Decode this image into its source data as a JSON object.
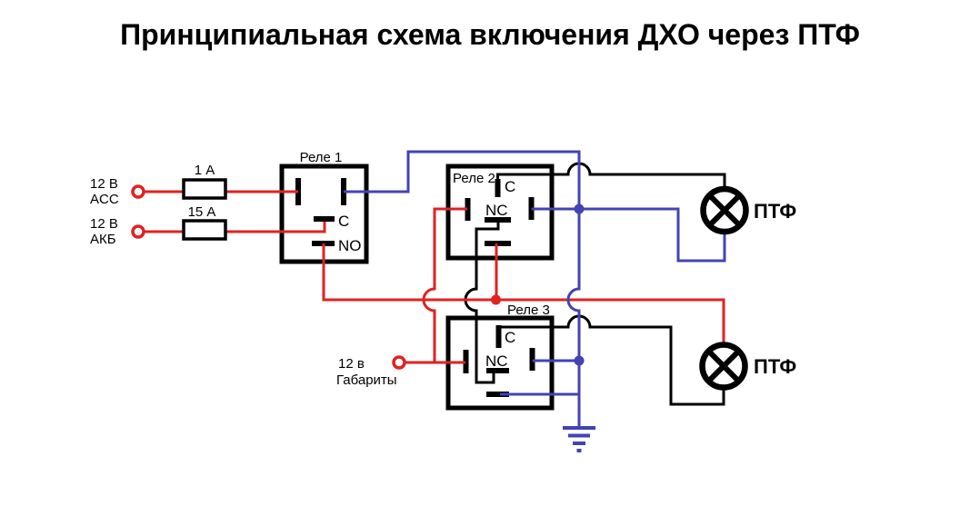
{
  "title": "Принципиальная схема включения ДХО через ПТФ",
  "colors": {
    "red": "#e02222",
    "blue": "#4343b4",
    "black": "#000000",
    "background": "#ffffff"
  },
  "inputs": {
    "acc": {
      "voltage": "12 В",
      "name": "ACC",
      "fuse": "1 А"
    },
    "akb": {
      "voltage": "12 В",
      "name": "АКБ",
      "fuse": "15 А"
    },
    "gabarity": {
      "voltage": "12 в",
      "name": "Габариты"
    }
  },
  "relays": {
    "relay1": {
      "label": "Реле 1",
      "pin_c": "C",
      "pin_no": "NO"
    },
    "relay2": {
      "label": "Реле 2",
      "pin_c": "C",
      "pin_nc": "NC"
    },
    "relay3": {
      "label": "Реле 3",
      "pin_c": "C",
      "pin_nc": "NC"
    }
  },
  "lamps": {
    "lamp1": "ПТФ",
    "lamp2": "ПТФ"
  }
}
